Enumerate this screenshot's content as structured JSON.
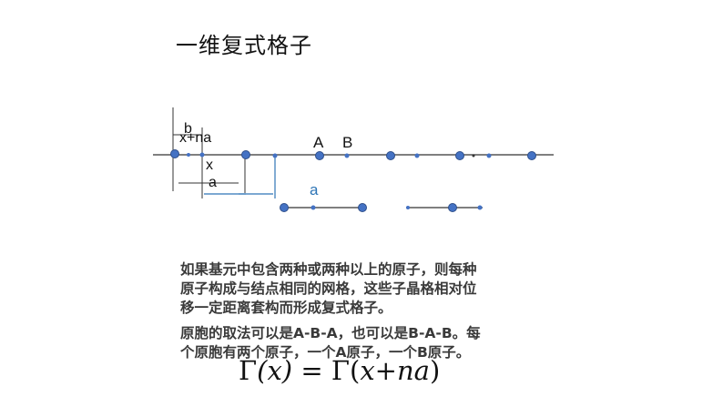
{
  "slide": {
    "title": "一维复式格子",
    "diagram": {
      "label_b": "b",
      "label_x_plus_na": "x+na",
      "label_x": "x",
      "label_a_bottom": "a",
      "label_A": "A",
      "label_B": "B",
      "label_a_shifted": "a",
      "colors": {
        "atom": "#4472c4",
        "line": "#555555",
        "accent": "#2e75b6",
        "text": "#111111"
      }
    },
    "paragraph1_lines": [
      "如果基元中包含两种或两种以上的原子，则每种",
      "原子构成与结点相同的网格，这些子晶格相对位",
      "移一定距离套构而形成复式格子。"
    ],
    "paragraph2_lines": [
      "原胞的取法可以是A-B-A，也可以是B-A-B。每",
      "个原胞有两个原子，一个A原子，一个B原子。"
    ],
    "formula": {
      "lhs_gamma": "Γ",
      "lhs_arg": "(x)",
      "equals": "=",
      "rhs_gamma": "Γ",
      "rhs_open": "(",
      "rhs_x": "x",
      "rhs_plus": "+",
      "rhs_na": "na",
      "rhs_close": ")"
    }
  }
}
